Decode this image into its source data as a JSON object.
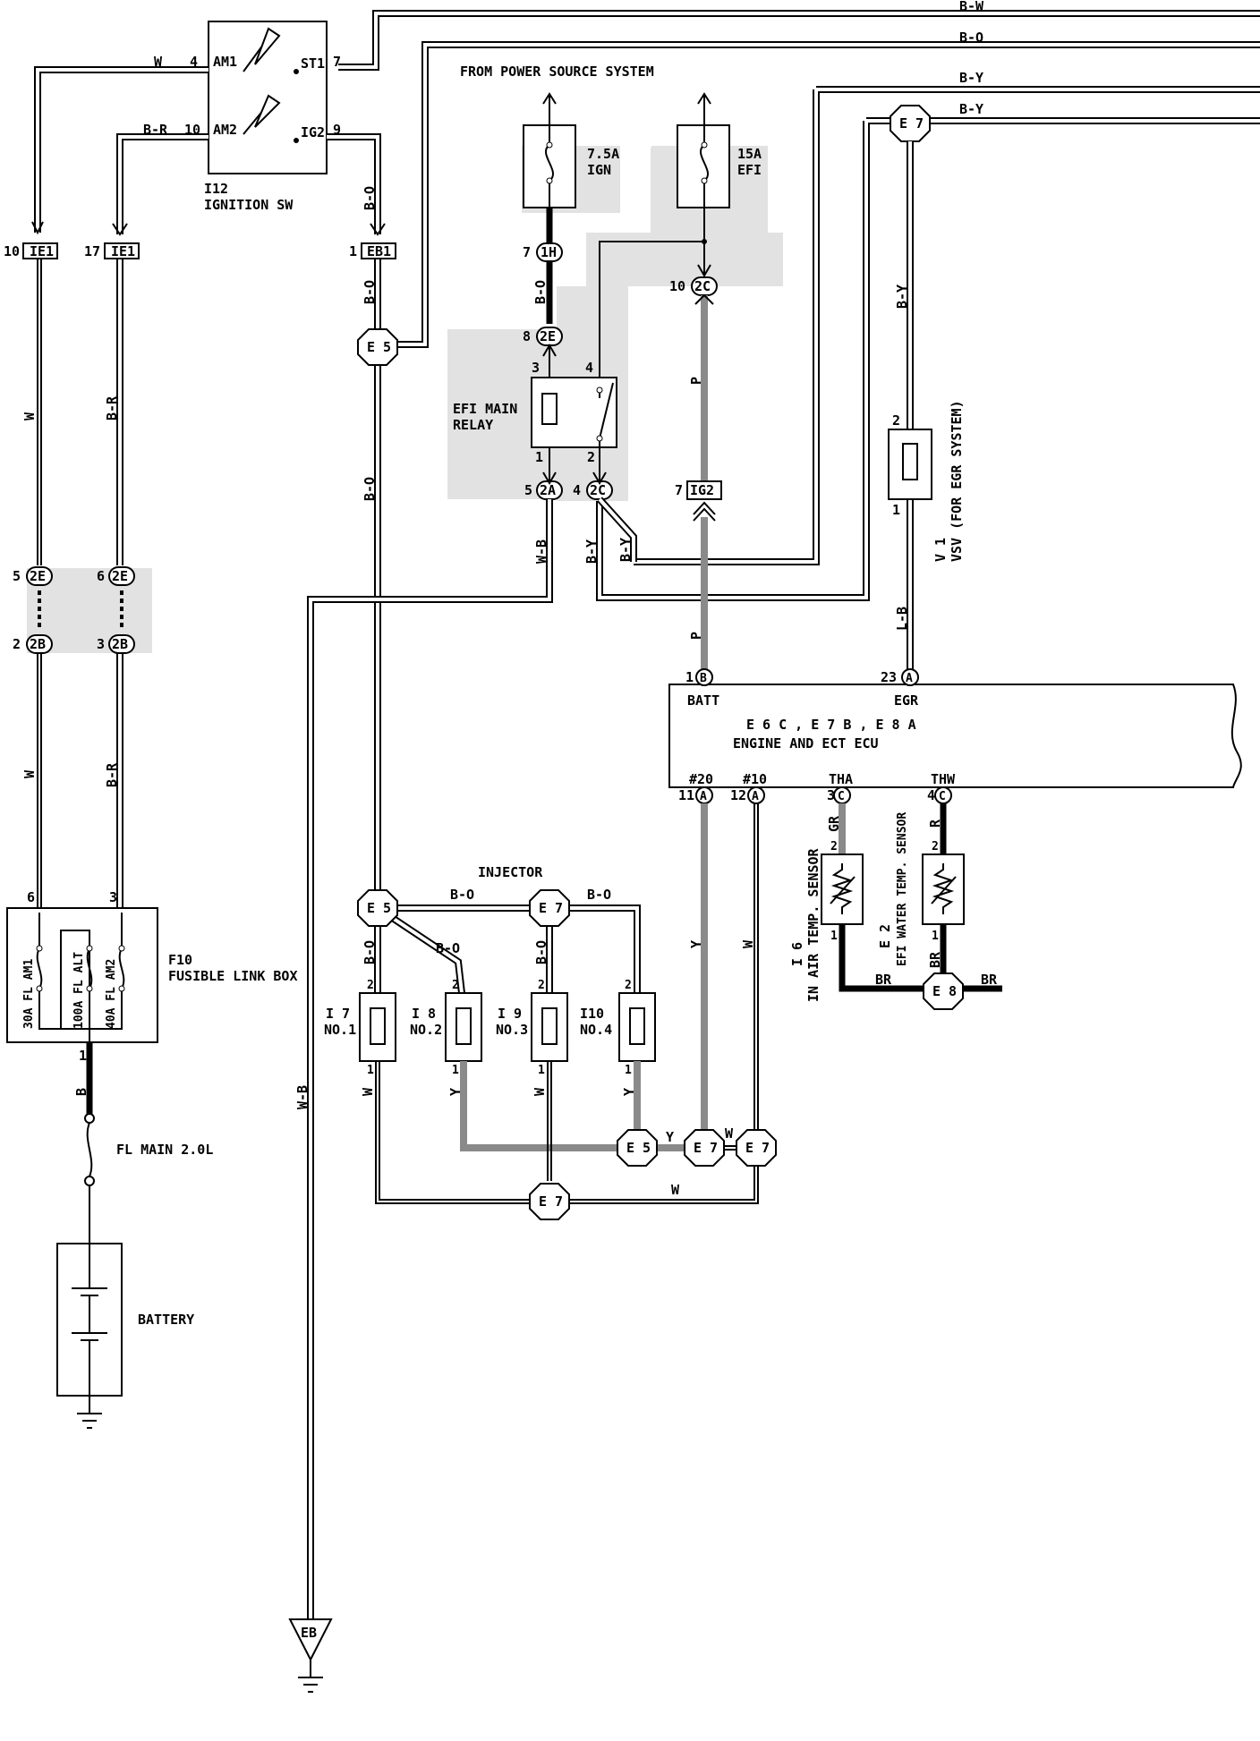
{
  "wire_colors_top": [
    "B-W",
    "B-O",
    "B-Y",
    "B-Y"
  ],
  "header": "FROM POWER SOURCE SYSTEM",
  "ignition_switch": {
    "id": "I12",
    "name": "IGNITION SW",
    "pins": [
      {
        "num": "4",
        "name": "AM1",
        "wire": "W"
      },
      {
        "num": "10",
        "name": "AM2",
        "wire": "B-R"
      },
      {
        "num": "7",
        "name": "ST1"
      },
      {
        "num": "9",
        "name": "IG2"
      }
    ]
  },
  "fuses": [
    {
      "rating": "7.5A",
      "name": "IGN"
    },
    {
      "rating": "15A",
      "name": "EFI"
    }
  ],
  "efi_main_relay": {
    "line1": "EFI MAIN",
    "line2": "RELAY"
  },
  "connectors": [
    {
      "pin": "10",
      "code": "IE1"
    },
    {
      "pin": "17",
      "code": "IE1"
    },
    {
      "pin": "1",
      "code": "EB1"
    },
    {
      "pin": "7",
      "code": "1H"
    },
    {
      "pin": "10",
      "code": "2C"
    },
    {
      "pin": "8",
      "code": "2E"
    },
    {
      "pin": "5",
      "code": "2A"
    },
    {
      "pin": "4",
      "code": "2C"
    },
    {
      "pin": "7",
      "code": "IG2"
    },
    {
      "pin": "5",
      "code": "2E"
    },
    {
      "pin": "6",
      "code": "2E"
    },
    {
      "pin": "2",
      "code": "2B"
    },
    {
      "pin": "3",
      "code": "2B"
    }
  ],
  "relay_pins": [
    "3",
    "4",
    "1",
    "2"
  ],
  "wire_labels": {
    "w": "W",
    "br_r": "B-R",
    "b_o": "B-O",
    "b_y": "B-Y",
    "p": "P",
    "w_b": "W-B",
    "l_b": "L-B",
    "y": "Y",
    "gr": "GR",
    "r": "R",
    "br": "BR",
    "b": "B"
  },
  "vsv": {
    "id": "V 1",
    "name": "VSV (FOR EGR SYSTEM)",
    "pin_top": "2",
    "pin_bottom": "1"
  },
  "ecu": {
    "connectors": "E 6 C , E 7 B , E 8 A",
    "name": "ENGINE AND ECT ECU",
    "pins": [
      {
        "num": "1",
        "conn": "B",
        "name": "BATT"
      },
      {
        "num": "23",
        "conn": "A",
        "name": "EGR"
      },
      {
        "num": "11",
        "conn": "A",
        "name": "#20"
      },
      {
        "num": "12",
        "conn": "A",
        "name": "#10"
      },
      {
        "num": "3",
        "conn": "C",
        "name": "THA"
      },
      {
        "num": "4",
        "conn": "C",
        "name": "THW"
      }
    ]
  },
  "sensors": [
    {
      "id": "I 6",
      "name": "IN AIR TEMP. SENSOR"
    },
    {
      "id": "E 2",
      "name": "EFI WATER TEMP. SENSOR"
    }
  ],
  "injector_title": "INJECTOR",
  "injectors": [
    {
      "id": "I 7",
      "name": "NO.1"
    },
    {
      "id": "I 8",
      "name": "NO.2"
    },
    {
      "id": "I 9",
      "name": "NO.3"
    },
    {
      "id": "I10",
      "name": "NO.4"
    }
  ],
  "junctions": [
    "E 5",
    "E 7",
    "E 8"
  ],
  "fusible_link_box": {
    "id": "F10",
    "name": "FUSIBLE LINK BOX",
    "links": [
      "30A FL AM1",
      "100A FL ALT",
      "40A FL AM2"
    ],
    "pins": [
      "6",
      "3",
      "1"
    ]
  },
  "fl_main": "FL MAIN 2.0L",
  "battery": "BATTERY",
  "ground": "EB"
}
